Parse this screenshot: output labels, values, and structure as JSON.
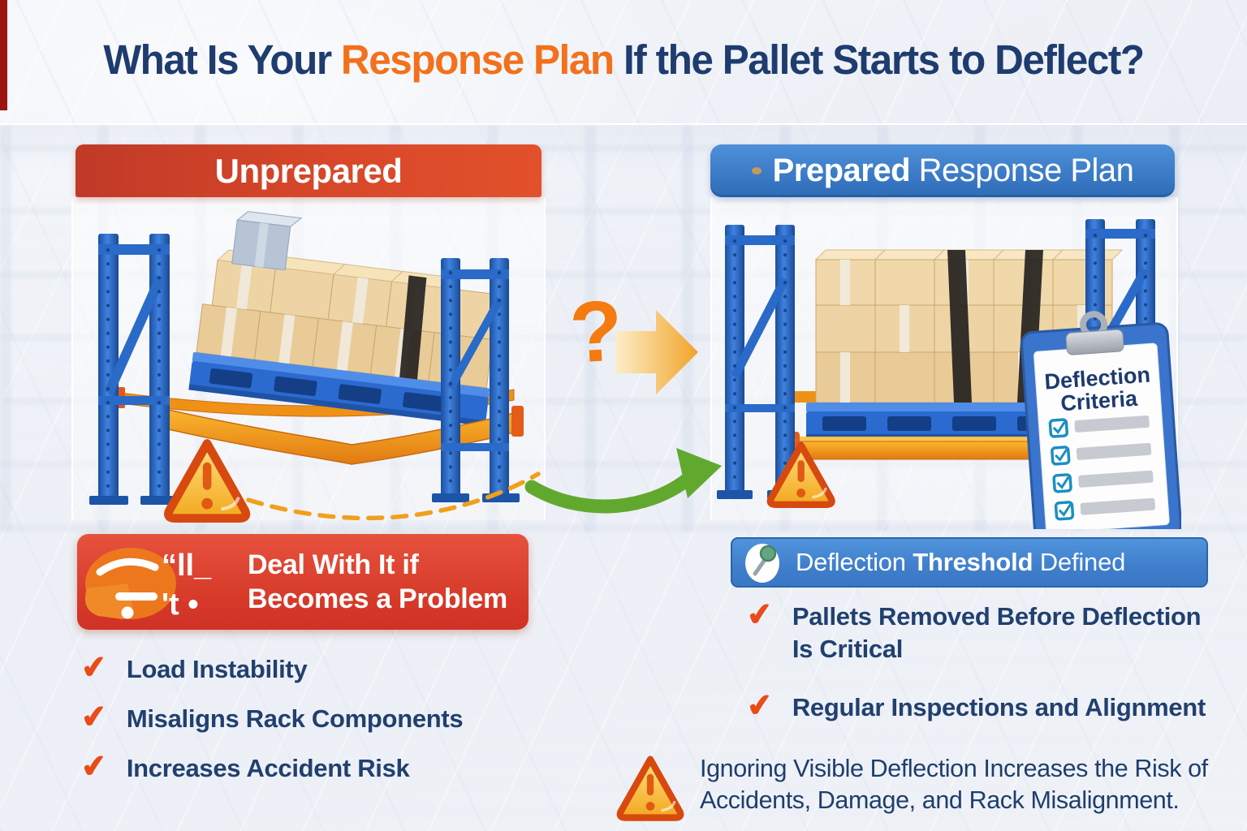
{
  "title": {
    "part1": "What Is Your ",
    "highlight": "Response Plan",
    "part2": " If the Pallet Starts to Deflect?"
  },
  "unprepared": {
    "header": "Unprepared",
    "callout_line1": "Deal With It if",
    "callout_line2": "Becomes a Problem",
    "icon_glyph_top": "“ll_",
    "icon_glyph_bottom": "'t •",
    "checklist": [
      "Load Instability",
      "Misaligns Rack Components",
      "Increases Accident Risk"
    ]
  },
  "prepared": {
    "header_bold": "Prepared",
    "header_rest": " Response Plan",
    "callout_word1": "Deflection ",
    "callout_word2": "Threshold",
    "callout_word3": " Defined",
    "checklist": [
      "Pallets Removed Before Deflection Is Critical",
      "Regular Inspections and Alignment"
    ],
    "clipboard_title_line1": "Deflection",
    "clipboard_title_line2": "Criteria"
  },
  "connector": {
    "question_mark": "?"
  },
  "icons": {
    "check_glyph": "✔"
  },
  "footer": {
    "warning_text": "Ignoring Visible Deflection Increases the Risk of Accidents, Damage, and Rack Misalignment."
  },
  "colors": {
    "navy": "#1e3c6e",
    "orange": "#f2711c",
    "red": "#d63a2a",
    "blue": "#3b79c6",
    "green": "#61a92e",
    "check_orange": "#ea4b18"
  }
}
